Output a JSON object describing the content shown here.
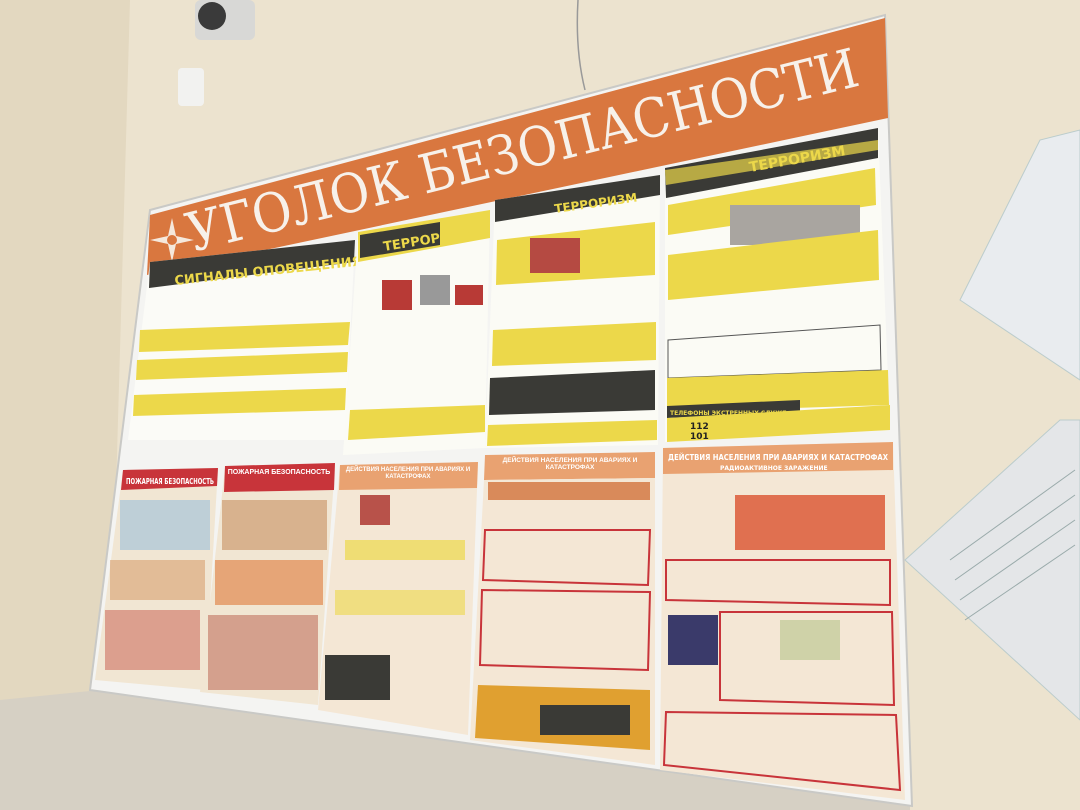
{
  "board": {
    "title": "УГОЛОК БЕЗОПАСНОСТИ",
    "colors": {
      "header": "#d9773f",
      "yellow": "#ecd84a",
      "dark": "#3a3a36",
      "red": "#c8343a",
      "peach": "#e9a271",
      "wall": "#ece3cf"
    }
  },
  "posters": {
    "signals": {
      "title": "СИГНАЛЫ ОПОВЕЩЕНИЯ"
    },
    "terror1": {
      "title": "ТЕРРОРИЗМ"
    },
    "terror2": {
      "title": "ТЕРРОРИЗМ"
    },
    "terror3": {
      "title": "ТЕРРОРИЗМ",
      "phones_title": "ТЕЛЕФОНЫ ЭКСТРЕННЫХ СЛУЖБ",
      "phone1": "112",
      "phone2": "101"
    },
    "fire1": {
      "title": "ПОЖАРНАЯ БЕЗОПАСНОСТЬ"
    },
    "fire2": {
      "title": "ПОЖАРНАЯ БЕЗОПАСНОСТЬ"
    },
    "actions1": {
      "title": "ДЕЙСТВИЯ НАСЕЛЕНИЯ ПРИ АВАРИЯХ И КАТАСТРОФАХ"
    },
    "actions2": {
      "title": "ДЕЙСТВИЯ НАСЕЛЕНИЯ ПРИ АВАРИЯХ И КАТАСТРОФАХ"
    },
    "radiation": {
      "title": "ДЕЙСТВИЯ НАСЕЛЕНИЯ ПРИ АВАРИЯХ И КАТАСТРОФАХ",
      "subtitle": "РАДИОАКТИВНОЕ ЗАРАЖЕНИЕ"
    }
  }
}
